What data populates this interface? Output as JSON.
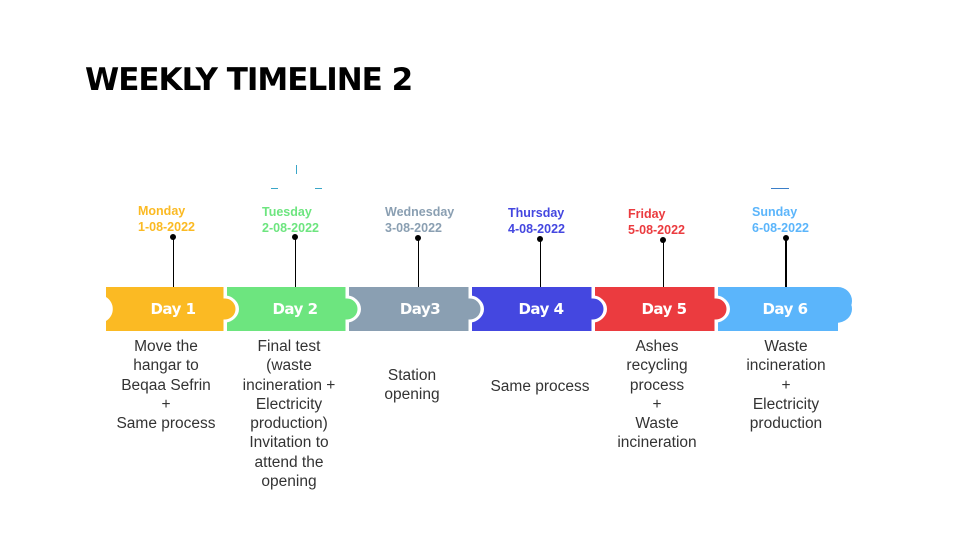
{
  "title": "WEEKLY TIMELINE 2",
  "colors": {
    "day1": "#FBBA23",
    "day2": "#6DE57F",
    "day3": "#8A9FB2",
    "day4": "#4447E0",
    "day5": "#EB3B3F",
    "day6": "#5BB5FB"
  },
  "days": [
    {
      "weekday": "Monday",
      "date": "1-08-2022",
      "segment": "Day 1",
      "description": "Move the\nhangar to\nBeqaa Sefrin\n+\nSame process"
    },
    {
      "weekday": "Tuesday",
      "date": "2-08-2022",
      "segment": "Day 2",
      "description": "Final test\n(waste\nincineration +\nElectricity\nproduction)\nInvitation to\nattend the\nopening"
    },
    {
      "weekday": "Wednesday",
      "date": "3-08-2022",
      "segment": "Day3",
      "description": "Station\nopening"
    },
    {
      "weekday": "Thursday",
      "date": "4-08-2022",
      "segment": "Day 4",
      "description": "Same process"
    },
    {
      "weekday": "Friday",
      "date": "5-08-2022",
      "segment": "Day 5",
      "description": "Ashes\nrecycling\nprocess\n+\nWaste\nincineration"
    },
    {
      "weekday": "Sunday",
      "date": "6-08-2022",
      "segment": "Day 6",
      "description": "Waste\nincineration\n+\nElectricity\nproduction"
    }
  ]
}
